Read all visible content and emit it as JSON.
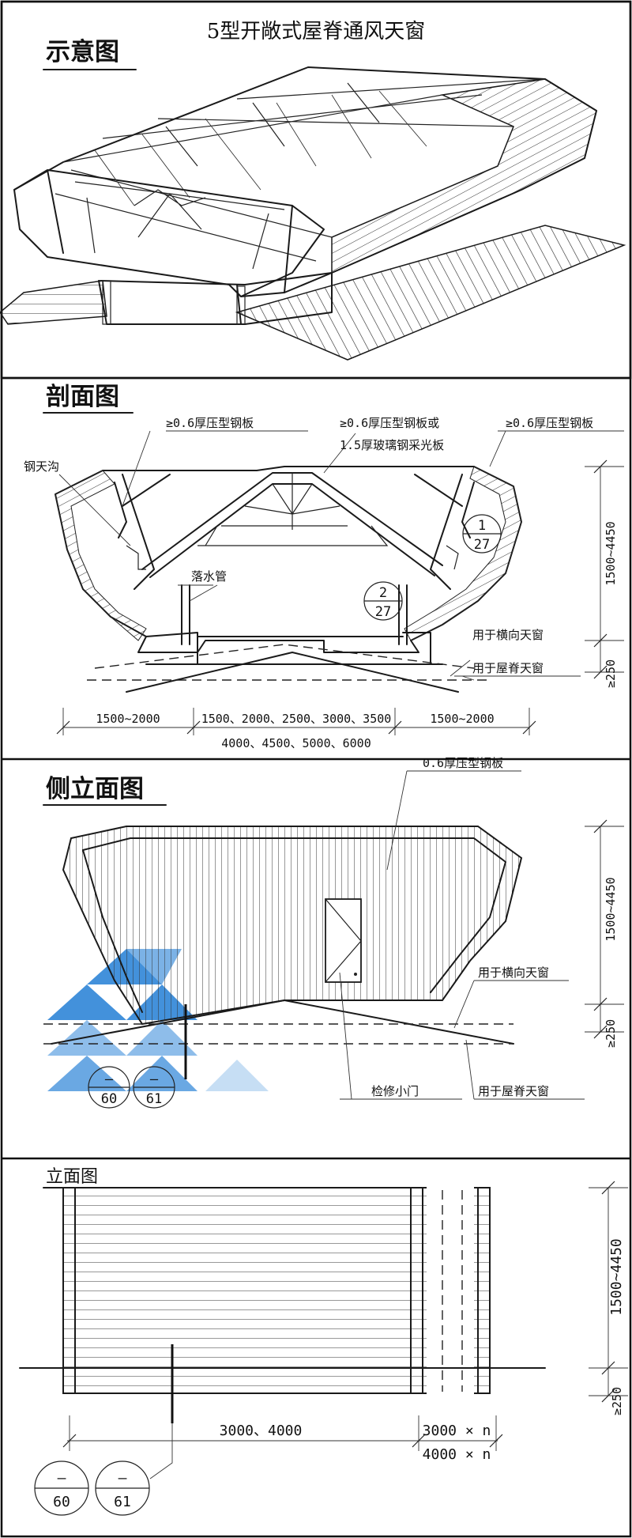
{
  "title": "5型开敞式屋脊通风天窗",
  "panels": {
    "schematic": {
      "heading": "示意图"
    },
    "section": {
      "heading": "剖面图",
      "labels": {
        "steel_left": "≥0.6厚压型钢板",
        "steel_center_1": "≥0.6厚压型钢板或",
        "steel_center_2": "1.5厚玻璃钢采光板",
        "steel_right": "≥0.6厚压型钢板",
        "gutter": "钢天沟",
        "downpipe": "落水管",
        "transverse": "用于横向天窗",
        "ridge": "用于屋脊天窗"
      },
      "refs": [
        {
          "num": "1",
          "sheet": "27"
        },
        {
          "num": "2",
          "sheet": "27"
        }
      ],
      "dims": {
        "left": "1500~2000",
        "middle": "1500、2000、2500、3000、3500",
        "right": "1500~2000",
        "total": "4000、4500、5000、6000",
        "height": "1500~4450",
        "base": "≥250"
      }
    },
    "side_elevation": {
      "heading": "侧立面图",
      "labels": {
        "steel": "0.6厚压型钢板",
        "transverse": "用于横向天窗",
        "door": "检修小门",
        "ridge": "用于屋脊天窗"
      },
      "refs": [
        {
          "num": "–",
          "sheet": "60"
        },
        {
          "num": "–",
          "sheet": "61"
        }
      ],
      "dims": {
        "height": "1500~4450",
        "base": "≥250"
      }
    },
    "elevation": {
      "heading": "立面图",
      "refs": [
        {
          "num": "–",
          "sheet": "60"
        },
        {
          "num": "–",
          "sheet": "61"
        }
      ],
      "dims": {
        "bay": "3000、4000",
        "repeat_1": "3000 × n",
        "repeat_2": "4000 × n",
        "height": "1500~4450",
        "base": "≥250"
      }
    }
  },
  "colors": {
    "ink": "#1a1a1a",
    "watermark": "#2f86d8"
  }
}
